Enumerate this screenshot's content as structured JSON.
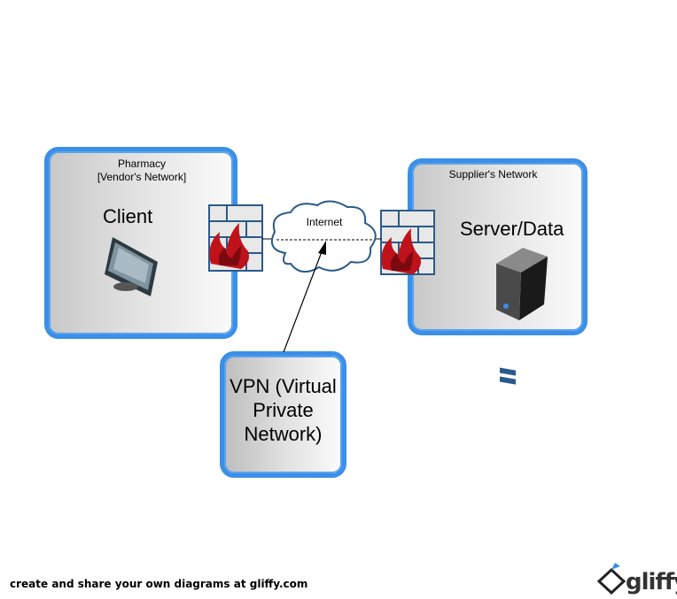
{
  "client_box": {
    "title_line1": "Pharmacy",
    "title_line2": "[Vendor's Network]",
    "label": "Client"
  },
  "supplier_box": {
    "title": "Supplier's Network",
    "label": "Server/Data"
  },
  "internet": {
    "label": "Internet"
  },
  "vpn": {
    "label": "VPN (Virtual Private Network)"
  },
  "footer": {
    "text": "create and share your own diagrams at gliffy.com",
    "brand": "gliffy"
  },
  "colors": {
    "box_border": "#3b8fe8",
    "flame": "#c0121a",
    "firewall_blue": "#2a5a8a"
  },
  "icons": [
    "monitor-icon",
    "firewall-icon",
    "cloud-icon",
    "server-icon",
    "gliffy-logo-icon"
  ]
}
